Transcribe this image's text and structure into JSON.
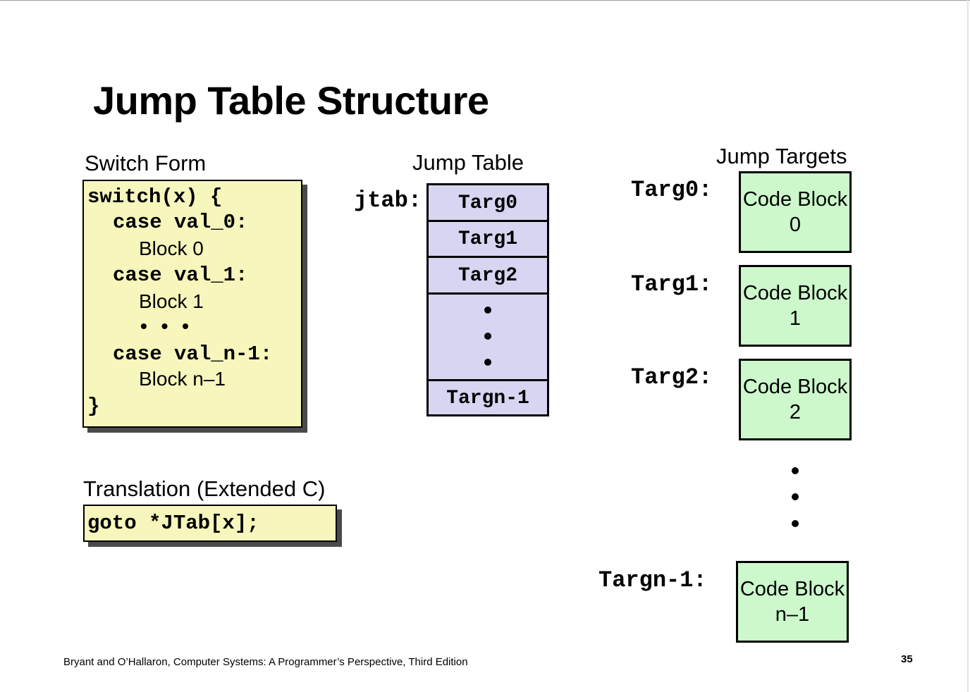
{
  "title": "Jump Table Structure",
  "switch_form": {
    "heading": "Switch Form",
    "lines": [
      {
        "text": "switch(x) {",
        "style": "mono"
      },
      {
        "text": "case val_0:",
        "style": "mono"
      },
      {
        "text": "Block 0",
        "style": "sans"
      },
      {
        "text": "case val_1:",
        "style": "mono"
      },
      {
        "text": "Block 1",
        "style": "sans"
      },
      {
        "text": "• • •",
        "style": "sans"
      },
      {
        "text": "case val_n-1:",
        "style": "mono"
      },
      {
        "text": "Block n–1",
        "style": "sans"
      },
      {
        "text": "}",
        "style": "mono"
      }
    ]
  },
  "translation": {
    "heading": "Translation (Extended C)",
    "code": "goto *JTab[x];"
  },
  "jump_table": {
    "heading": "Jump Table",
    "label": "jtab:",
    "entries": [
      "Targ0",
      "Targ1",
      "Targ2",
      "Targn-1"
    ]
  },
  "jump_targets": {
    "heading": "Jump Targets",
    "targets": [
      {
        "label": "Targ0:",
        "block_line1": "Code Block",
        "block_line2": "0"
      },
      {
        "label": "Targ1:",
        "block_line1": "Code Block",
        "block_line2": "1"
      },
      {
        "label": "Targ2:",
        "block_line1": "Code Block",
        "block_line2": "2"
      },
      {
        "label": "Targn-1:",
        "block_line1": "Code Block",
        "block_line2": "n–1"
      }
    ]
  },
  "footer": {
    "citation": "Bryant and O’Hallaron, Computer Systems: A Programmer’s Perspective, Third Edition",
    "page_number": "35"
  }
}
